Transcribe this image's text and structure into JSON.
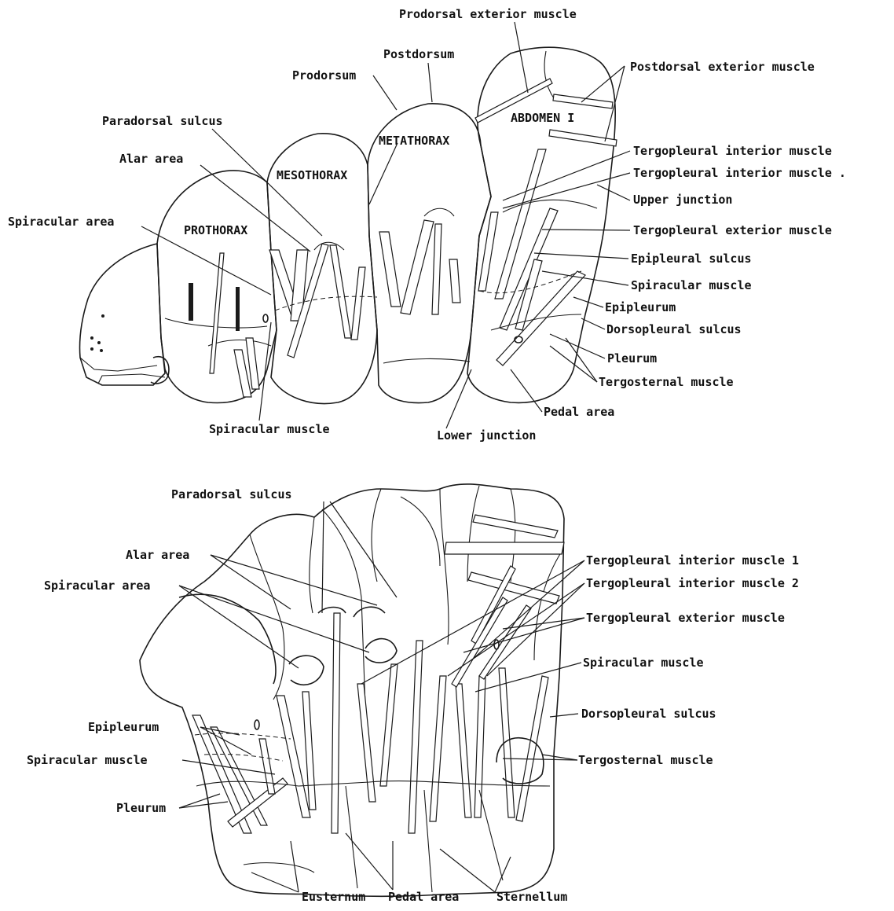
{
  "colors": {
    "ink": "#1a1a1a",
    "paper": "#ffffff"
  },
  "top": {
    "segments": {
      "prothorax": "PROTHORAX",
      "mesothorax": "MESOTHORAX",
      "metathorax": "METATHORAX",
      "abdomen": "ABDOMEN I"
    },
    "labels": {
      "prodorsal_exterior_muscle": "Prodorsal exterior muscle",
      "postdorsum": "Postdorsum",
      "prodorsum": "Prodorsum",
      "postdorsal_exterior_muscle": "Postdorsal exterior muscle",
      "paradorsal_sulcus": "Paradorsal sulcus",
      "alar_area": "Alar area",
      "spiracular_area": "Spiracular area",
      "tergopleural_interior_muscle_a": "Tergopleural interior muscle",
      "tergopleural_interior_muscle_b": "Tergopleural interior muscle .",
      "upper_junction": "Upper junction",
      "tergopleural_exterior_muscle": "Tergopleural exterior muscle",
      "epipleural_sulcus": "Epipleural sulcus",
      "spiracular_muscle_right": "Spiracular muscle",
      "epipleurum": "Epipleurum",
      "dorsopleural_sulcus": "Dorsopleural sulcus",
      "pleurum": "Pleurum",
      "tergosternal_muscle": "Tergosternal muscle",
      "pedal_area": "Pedal area",
      "spiracular_muscle_bottom": "Spiracular muscle",
      "lower_junction": "Lower junction"
    }
  },
  "bottom": {
    "labels": {
      "paradorsal_sulcus": "Paradorsal sulcus",
      "alar_area": "Alar area",
      "spiracular_area": "Spiracular area",
      "tergopleural_interior_muscle_1": "Tergopleural interior muscle 1",
      "tergopleural_interior_muscle_2": "Tergopleural interior muscle 2",
      "tergopleural_exterior_muscle": "Tergopleural exterior muscle",
      "spiracular_muscle_right": "Spiracular muscle",
      "epipleurum": "Epipleurum",
      "dorsopleural_sulcus": "Dorsopleural sulcus",
      "spiracular_muscle_left": "Spiracular muscle",
      "tergosternal_muscle": "Tergosternal muscle",
      "pleurum": "Pleurum",
      "eusternum": "Eusternum",
      "pedal_area": "Pedal area",
      "sternellum": "Sternellum"
    }
  }
}
